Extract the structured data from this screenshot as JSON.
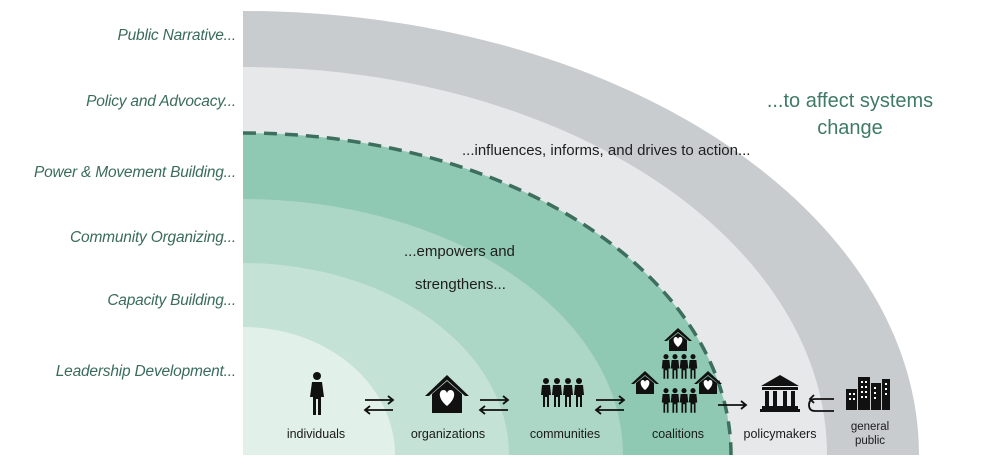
{
  "layers": [
    {
      "label": "Public Narrative...",
      "color": "#c9cccf"
    },
    {
      "label": "Policy and Advocacy...",
      "color": "#e7e8ea"
    },
    {
      "label": "Power & Movement Building...",
      "color": "#8fc9b3"
    },
    {
      "label": "Community Organizing...",
      "color": "#acd6c5"
    },
    {
      "label": "Capacity Building...",
      "color": "#c4e2d6"
    },
    {
      "label": "Leadership Development...",
      "color": "#e2f0ea"
    }
  ],
  "arc_texts": {
    "systems": "...to affect systems change",
    "influences": "...influences, informs, and drives to action...",
    "empowers_line1": "...empowers and",
    "empowers_line2": "strengthens..."
  },
  "nodes": [
    {
      "label": "individuals",
      "icon": "person-icon"
    },
    {
      "label": "organizations",
      "icon": "house-heart-icon"
    },
    {
      "label": "communities",
      "icon": "people-group-icon"
    },
    {
      "label": "coalitions",
      "icon": "coalition-icon"
    },
    {
      "label": "policymakers",
      "icon": "government-building-icon"
    },
    {
      "label": "general public",
      "icon": "city-buildings-icon"
    }
  ],
  "connectors": [
    {
      "icon": "bidirectional-arrows-icon"
    },
    {
      "icon": "bidirectional-arrows-icon"
    },
    {
      "icon": "bidirectional-arrows-icon"
    },
    {
      "icon": "right-arrow-icon"
    },
    {
      "icon": "return-arrow-icon"
    }
  ],
  "colors": {
    "label_text": "#3a6b5c",
    "dashed_boundary": "#3d6e5e",
    "systems_text": "#3f7a66",
    "icon": "#111111"
  }
}
